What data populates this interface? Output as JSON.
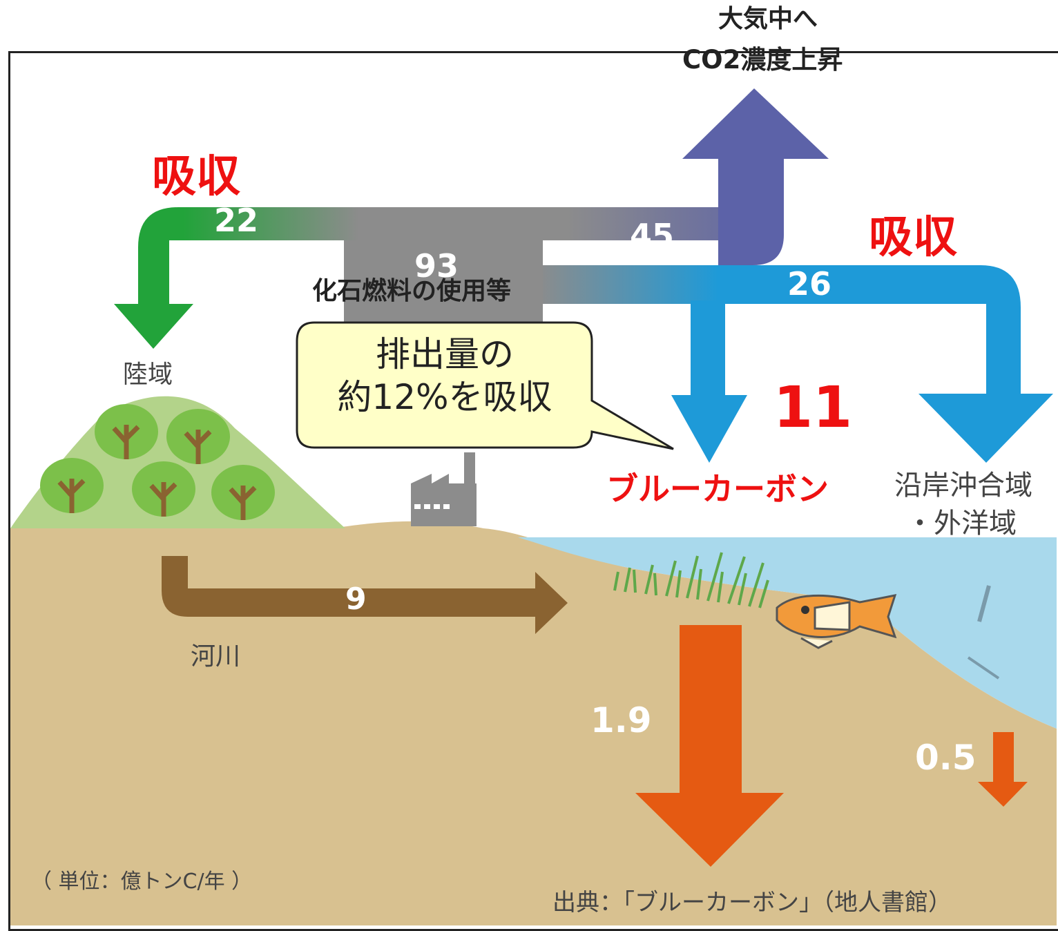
{
  "labels": {
    "atmosphere_line1": "大気中へ",
    "atmosphere_line2": "CO2濃度上昇",
    "absorb_left": "吸収",
    "absorb_right": "吸収",
    "fossil": "化石燃料の使用等",
    "land": "陸域",
    "river": "河川",
    "blue_carbon": "ブルーカーボン",
    "offshore_line1": "沿岸沖合域",
    "offshore_line2": "・外洋域",
    "callout_line1": "排出量の",
    "callout_line2": "約12%を吸収",
    "unit": "（ 単位：億トンC/年 ）",
    "source": "出典：「ブルーカーボン」（地人書館）"
  },
  "values": {
    "land_absorb": "22",
    "emissions": "93",
    "atmosphere": "45",
    "ocean_absorb": "26",
    "blue_carbon": "11",
    "river": "9",
    "sediment_coastal": "1.9",
    "sediment_open": "0.5"
  },
  "colors": {
    "green": "#22a33a",
    "grey": "#8c8c8c",
    "purple": "#5c62a8",
    "blue": "#1e9ad8",
    "brown": "#8a6331",
    "orange": "#e55a12",
    "soil": "#d8c190",
    "sea": "#a9d9ec",
    "hill": "#b3d38a",
    "tree": "#7cc04a",
    "callout_fill": "#ffffc8",
    "accent_red": "#ee1111"
  },
  "icons": [
    "tree-icon",
    "factory-icon",
    "seagrass-icon",
    "fish-icon"
  ]
}
